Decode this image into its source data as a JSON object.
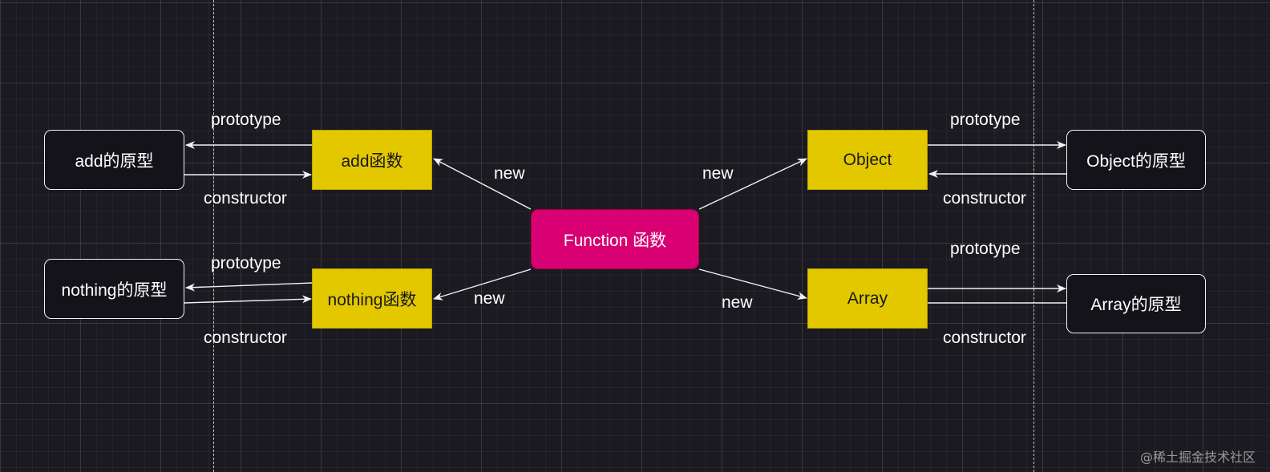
{
  "nodes": {
    "add_proto": "add的原型",
    "add_func": "add函数",
    "nothing_proto": "nothing的原型",
    "nothing_func": "nothing函数",
    "function_root": "Function 函数",
    "object_func": "Object",
    "object_proto": "Object的原型",
    "array_func": "Array",
    "array_proto": "Array的原型"
  },
  "edge_labels": {
    "prototype": "prototype",
    "constructor": "constructor",
    "new": "new"
  },
  "watermark": "@稀土掘金技术社区",
  "colors": {
    "background": "#1b1a20",
    "function_node": "#d80073",
    "constructor_node": "#e3c800",
    "prototype_node": "#141319",
    "line": "#f2f2f2"
  }
}
